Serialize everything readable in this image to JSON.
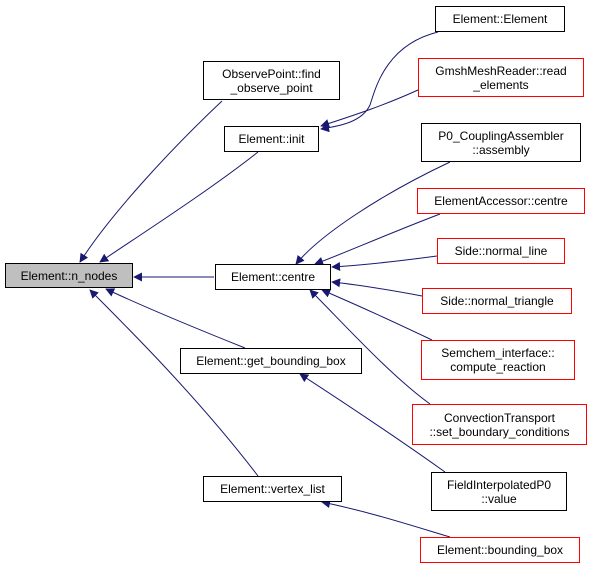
{
  "diagram": {
    "type": "caller-graph",
    "colors": {
      "edge": "#191970",
      "node_border": "#000000",
      "node_border_undocumented": "#ff0000",
      "focus_fill": "#bfbfbf",
      "background": "#ffffff"
    },
    "nodes": [
      {
        "id": "n_nodes",
        "label": "Element::n_nodes",
        "kind": "focus"
      },
      {
        "id": "find_observe_point",
        "label": "ObservePoint::find\n_observe_point",
        "kind": "normal"
      },
      {
        "id": "init",
        "label": "Element::init",
        "kind": "normal"
      },
      {
        "id": "centre",
        "label": "Element::centre",
        "kind": "normal"
      },
      {
        "id": "get_bounding_box",
        "label": "Element::get_bounding_box",
        "kind": "normal"
      },
      {
        "id": "vertex_list",
        "label": "Element::vertex_list",
        "kind": "normal"
      },
      {
        "id": "element_ctor",
        "label": "Element::Element",
        "kind": "normal"
      },
      {
        "id": "read_elements",
        "label": "GmshMeshReader::read\n_elements",
        "kind": "red"
      },
      {
        "id": "p0_assembly",
        "label": "P0_CouplingAssembler\n::assembly",
        "kind": "normal"
      },
      {
        "id": "accessor_centre",
        "label": "ElementAccessor::centre",
        "kind": "red"
      },
      {
        "id": "normal_line",
        "label": "Side::normal_line",
        "kind": "red"
      },
      {
        "id": "normal_triangle",
        "label": "Side::normal_triangle",
        "kind": "red"
      },
      {
        "id": "compute_reaction",
        "label": "Semchem_interface::\ncompute_reaction",
        "kind": "red"
      },
      {
        "id": "set_boundary",
        "label": "ConvectionTransport\n::set_boundary_conditions",
        "kind": "red"
      },
      {
        "id": "fip0_value",
        "label": "FieldInterpolatedP0\n::value",
        "kind": "normal"
      },
      {
        "id": "bounding_box",
        "label": "Element::bounding_box",
        "kind": "red"
      }
    ],
    "edges": [
      {
        "from": "find_observe_point",
        "to": "n_nodes"
      },
      {
        "from": "init",
        "to": "n_nodes"
      },
      {
        "from": "centre",
        "to": "n_nodes"
      },
      {
        "from": "get_bounding_box",
        "to": "n_nodes"
      },
      {
        "from": "vertex_list",
        "to": "n_nodes"
      },
      {
        "from": "element_ctor",
        "to": "init"
      },
      {
        "from": "read_elements",
        "to": "init"
      },
      {
        "from": "p0_assembly",
        "to": "centre"
      },
      {
        "from": "accessor_centre",
        "to": "centre"
      },
      {
        "from": "normal_line",
        "to": "centre"
      },
      {
        "from": "normal_triangle",
        "to": "centre"
      },
      {
        "from": "compute_reaction",
        "to": "centre"
      },
      {
        "from": "set_boundary",
        "to": "centre"
      },
      {
        "from": "fip0_value",
        "to": "get_bounding_box"
      },
      {
        "from": "bounding_box",
        "to": "vertex_list"
      }
    ]
  }
}
